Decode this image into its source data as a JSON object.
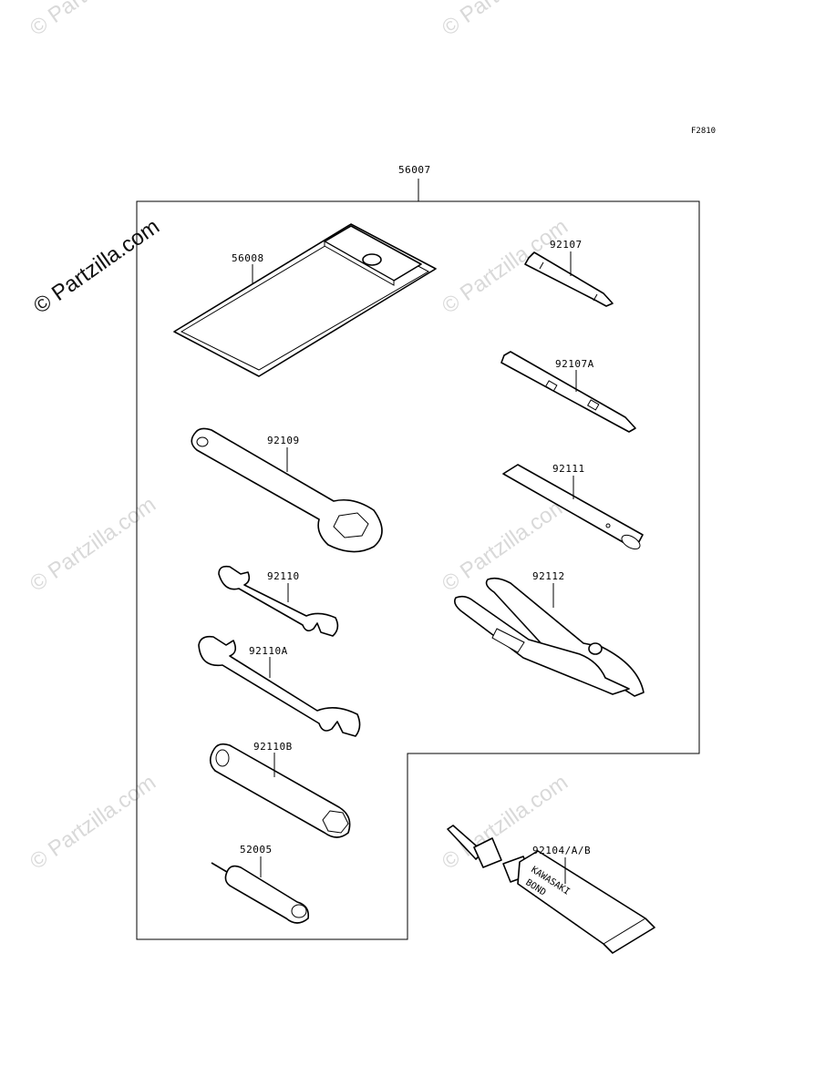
{
  "figure_code": "F2810",
  "watermark": "© Partzilla.com",
  "kit": {
    "part_number": "56007"
  },
  "parts": [
    {
      "id": "56008",
      "label": "56008"
    },
    {
      "id": "92107",
      "label": "92107"
    },
    {
      "id": "92107A",
      "label": "92107A"
    },
    {
      "id": "92109",
      "label": "92109"
    },
    {
      "id": "92111",
      "label": "92111"
    },
    {
      "id": "92110",
      "label": "92110"
    },
    {
      "id": "92112",
      "label": "92112"
    },
    {
      "id": "92110A",
      "label": "92110A"
    },
    {
      "id": "92110B",
      "label": "92110B"
    },
    {
      "id": "52005",
      "label": "52005"
    },
    {
      "id": "92104",
      "label": "92104/A/B"
    }
  ],
  "tube_label": {
    "line1": "KAWASAKI",
    "line2": "BOND"
  }
}
